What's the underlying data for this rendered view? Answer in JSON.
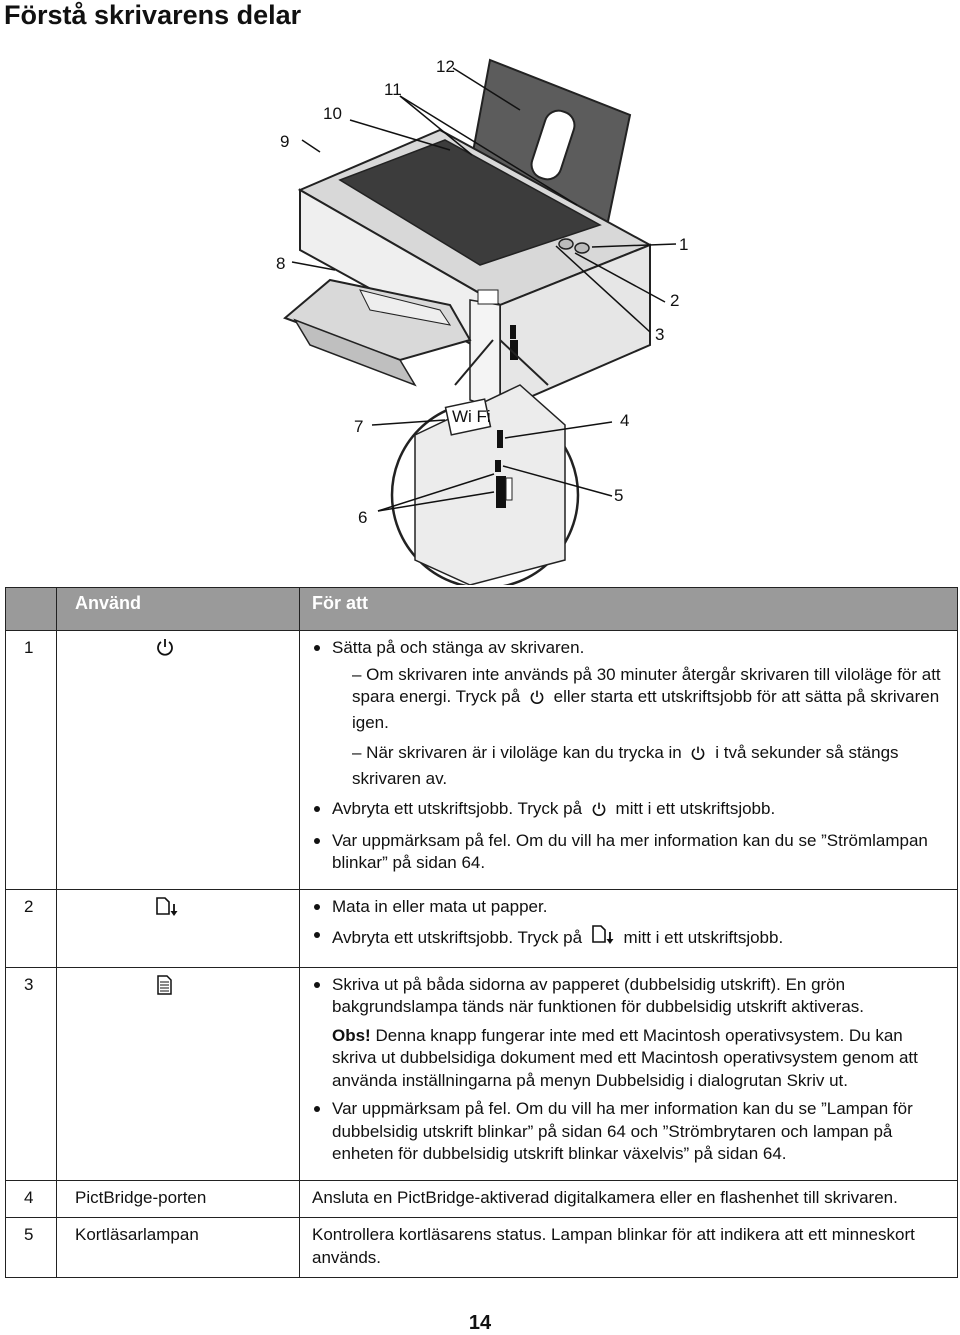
{
  "page": {
    "title": "Förstå skrivarens delar",
    "page_number": "14"
  },
  "diagram": {
    "callouts": [
      "1",
      "2",
      "3",
      "4",
      "5",
      "6",
      "7",
      "8",
      "9",
      "10",
      "11",
      "12"
    ],
    "wifi_label": "Wi Fi"
  },
  "table": {
    "headers": {
      "use": "Använd",
      "for": "För att"
    },
    "rows": [
      {
        "num": "1",
        "icon": "power-icon",
        "items": {
          "b1": "Sätta på och stänga av skrivaren.",
          "s1a": "– Om skrivaren inte används på 30 minuter återgår skrivaren till viloläge för att spara energi. Tryck på",
          "s1b": "eller starta ett utskriftsjobb för att sätta på skrivaren igen.",
          "s2a": "– När skrivaren är i viloläge kan du trycka in",
          "s2b": "i två sekunder så stängs skrivaren av.",
          "b2a": "Avbryta ett utskriftsjobb. Tryck på",
          "b2b": "mitt i ett utskriftsjobb.",
          "b3": "Var uppmärksam på fel. Om du vill ha mer information kan du se ”Strömlampan blinkar” på sidan 64."
        }
      },
      {
        "num": "2",
        "icon": "paper-feed-icon",
        "items": {
          "b1": "Mata in eller mata ut papper.",
          "b2a": "Avbryta ett utskriftsjobb. Tryck på",
          "b2b": "mitt i ett utskriftsjobb."
        }
      },
      {
        "num": "3",
        "icon": "duplex-icon",
        "items": {
          "b1": "Skriva ut på båda sidorna av papperet (dubbelsidig utskrift). En grön bakgrundslampa tänds när funktionen för dubbelsidig utskrift aktiveras.",
          "note_label": "Obs!",
          "note_text": "Denna knapp fungerar inte med ett Macintosh operativsystem. Du kan skriva ut dubbelsidiga dokument med ett Macintosh operativsystem genom att använda inställningarna på menyn Dubbelsidig i dialogrutan Skriv ut.",
          "b2": "Var uppmärksam på fel. Om du vill ha mer information kan du se ”Lampan för dubbelsidig utskrift blinkar” på sidan 64 och ”Strömbrytaren och lampan på enheten för dubbelsidig utskrift blinkar växelvis” på sidan 64."
        }
      },
      {
        "num": "4",
        "use": "PictBridge-porten",
        "text": "Ansluta en PictBridge-aktiverad digitalkamera eller en flashenhet till skrivaren."
      },
      {
        "num": "5",
        "use": "Kortläsarlampan",
        "text": "Kontrollera kortläsarens status. Lampan blinkar för att indikera att ett minneskort används."
      }
    ]
  }
}
